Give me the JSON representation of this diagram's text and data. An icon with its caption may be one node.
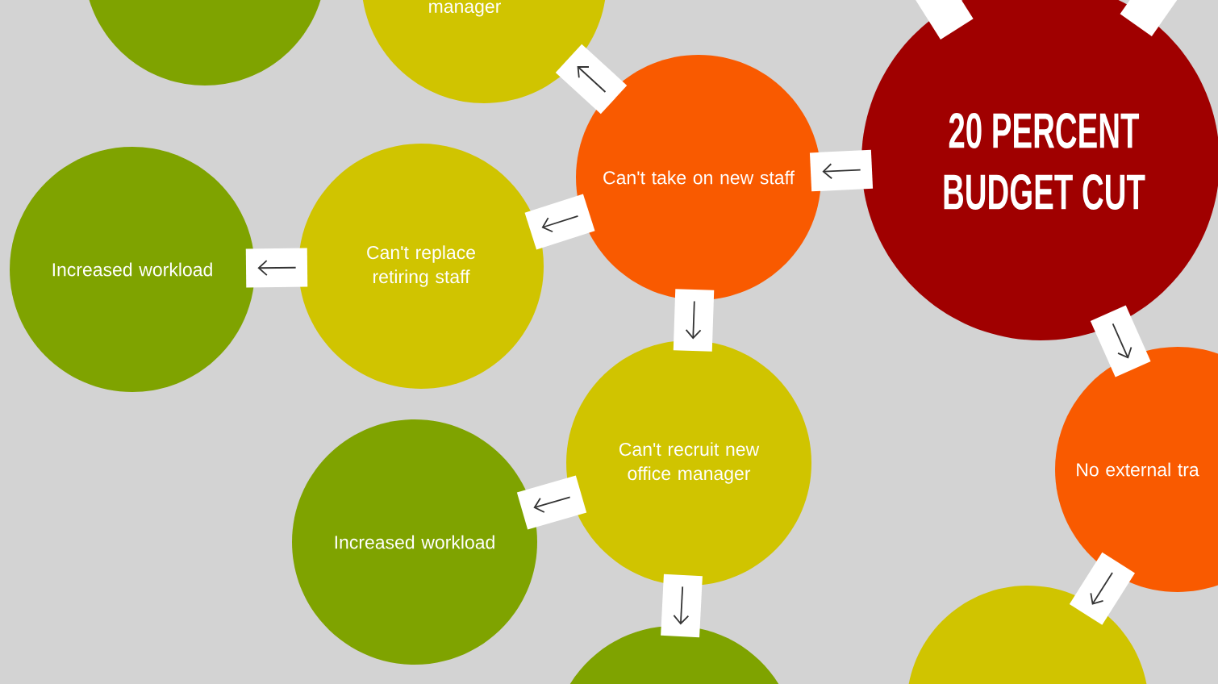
{
  "diagram": {
    "nodes": [
      {
        "text": [],
        "shape": "circle"
      },
      {
        "text": [
          "manager"
        ]
      },
      {
        "text": [
          "Can't take on new staff"
        ]
      },
      {
        "text": [
          "20 PERCENT BUDGET CUT"
        ]
      },
      {
        "text": [
          "Can't replace retiring staff"
        ]
      },
      {
        "text": [
          "Increased workload"
        ]
      },
      {
        "text": [
          "Can't recruit new office manager"
        ]
      },
      {
        "text": [
          "Increased workload"
        ]
      },
      {
        "text": [],
        "shape": "circle"
      },
      {
        "text": [
          "No external tra"
        ]
      },
      {
        "text": [],
        "shape": "circle"
      }
    ],
    "edges": [
      {
        "from": 3,
        "to": 2,
        "arrow": "to"
      },
      {
        "from": 2,
        "to": 1,
        "arrow": "to"
      },
      {
        "from": 2,
        "to": 4,
        "arrow": "to"
      },
      {
        "from": 4,
        "to": 5,
        "arrow": "to"
      },
      {
        "from": 2,
        "to": 6,
        "arrow": "to"
      },
      {
        "from": 6,
        "to": 7,
        "arrow": "to"
      },
      {
        "from": 6,
        "to": 8,
        "arrow": "to"
      },
      {
        "from": 3,
        "to": 9,
        "arrow": "to"
      },
      {
        "from": 9,
        "to": 10,
        "arrow": "to"
      }
    ]
  }
}
